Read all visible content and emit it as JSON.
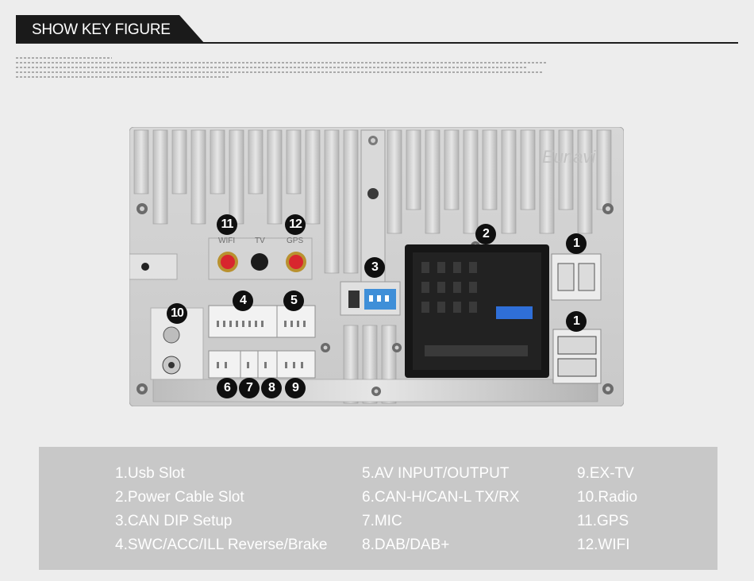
{
  "header": {
    "title": "SHOW KEY FIGURE"
  },
  "device": {
    "watermark": "Eunavi",
    "markers": [
      "1",
      "2",
      "3",
      "4",
      "5",
      "6",
      "7",
      "8",
      "9",
      "10",
      "11",
      "12"
    ],
    "port_labels": {
      "wifi": "WIFI",
      "tv": "TV",
      "gps": "GPS"
    }
  },
  "legend": {
    "columns": [
      [
        "1.Usb Slot",
        "2.Power Cable Slot",
        "3.CAN DIP Setup",
        "4.SWC/ACC/ILL Reverse/Brake"
      ],
      [
        "5.AV INPUT/OUTPUT",
        "6.CAN-H/CAN-L TX/RX",
        "7.MIC",
        "8.DAB/DAB+"
      ],
      [
        "9.EX-TV",
        "10.Radio",
        "11.GPS",
        "12.WIFI"
      ]
    ]
  },
  "colors": {
    "header_bg": "#1a1a1a",
    "legend_bg": "#c8c8c8",
    "connector_red": "#d8262e",
    "dip_blue": "#3f8fd8"
  }
}
